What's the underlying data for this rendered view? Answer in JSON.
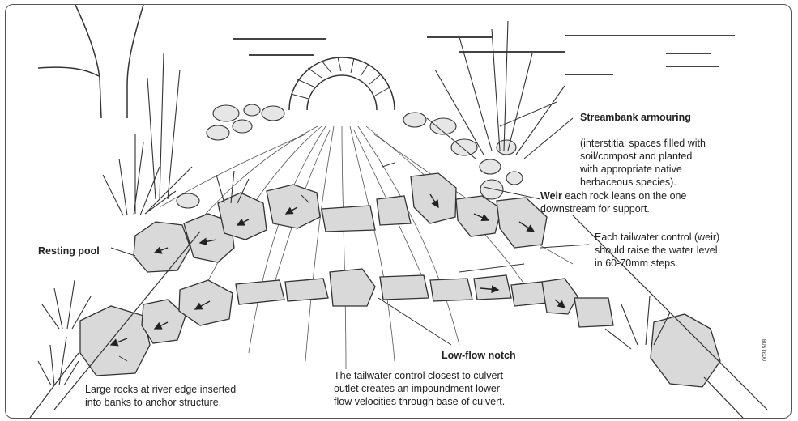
{
  "labels": {
    "streambank_title": "Streambank armouring",
    "streambank_text": "(interstitial spaces filled with\nsoil/compost and planted\nwith appropriate native\nherbaceous species).",
    "weir_title": "Weir",
    "weir_text": " each rock leans on the one\ndownstream for support.",
    "tailwater_text": "Each tailwater control (weir)\nshould raise the water level\nin 60-70mm steps.",
    "resting_pool": "Resting pool",
    "low_flow_notch": "Low-flow notch",
    "large_rocks_text": "Large rocks at river edge inserted\ninto banks to anchor structure.",
    "culvert_text": "The tailwater control closest to culvert\noutlet creates an impoundment lower\nflow velocities through base of culvert.",
    "figure_code": "0031508"
  },
  "colors": {
    "rock_fill": "#d9d9d9",
    "ink": "#333333"
  },
  "icons": [
    "tree-trunk",
    "grass-clump",
    "culvert-arch",
    "rock",
    "flow-arrow"
  ]
}
